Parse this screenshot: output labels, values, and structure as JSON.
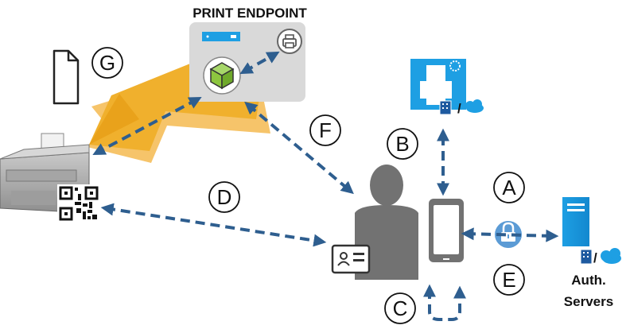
{
  "diagram": {
    "title": "PRINT ENDPOINT",
    "auth_servers": {
      "line1": "Auth.",
      "line2": "Servers"
    },
    "slash": "/",
    "steps": {
      "a": "A",
      "b": "B",
      "c": "C",
      "d": "D",
      "e": "E",
      "f": "F",
      "g": "G"
    }
  },
  "colors": {
    "accent_orange": "#f0b02d",
    "dashed_arrow": "#2e5e8f",
    "cloud_blue": "#1e9fe3",
    "cube_green": "#8dc63f",
    "endpoint_panel": "#d9d9d9",
    "person_gray": "#727272"
  },
  "icons": [
    "document-icon",
    "printer-icon",
    "qr-code-icon",
    "endpoint-cube-icon",
    "print-server-icon",
    "person-icon",
    "badge-icon",
    "smartphone-icon",
    "lock-icon",
    "server-icon",
    "building-icon",
    "cloud-icon"
  ]
}
